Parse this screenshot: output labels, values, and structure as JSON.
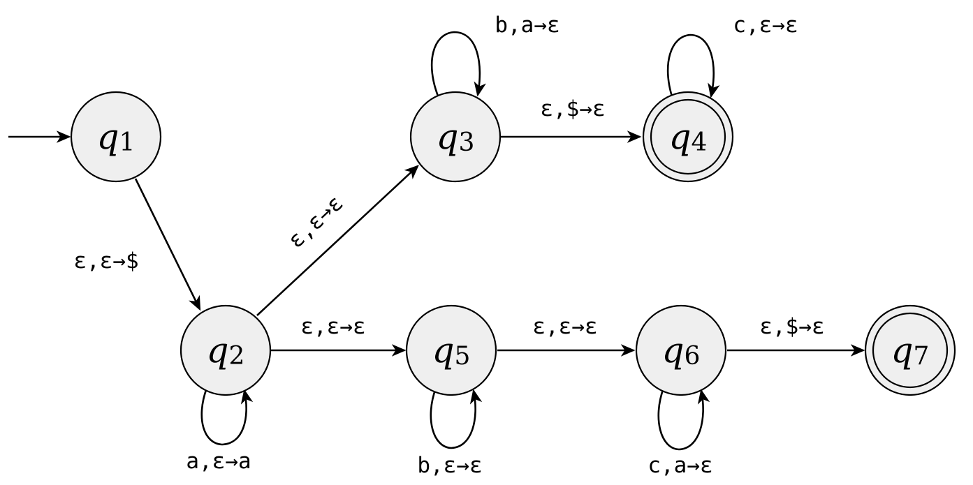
{
  "states": [
    {
      "id": "q1",
      "letter": "q",
      "sub": "1",
      "accepting": false
    },
    {
      "id": "q2",
      "letter": "q",
      "sub": "2",
      "accepting": false
    },
    {
      "id": "q3",
      "letter": "q",
      "sub": "3",
      "accepting": false
    },
    {
      "id": "q4",
      "letter": "q",
      "sub": "4",
      "accepting": true
    },
    {
      "id": "q5",
      "letter": "q",
      "sub": "5",
      "accepting": false
    },
    {
      "id": "q6",
      "letter": "q",
      "sub": "6",
      "accepting": false
    },
    {
      "id": "q7",
      "letter": "q",
      "sub": "7",
      "accepting": true
    }
  ],
  "transitions": [
    {
      "from": "q1",
      "to": "q2",
      "label": "ε,ε→$"
    },
    {
      "from": "q2",
      "to": "q2",
      "label": "a,ε→a"
    },
    {
      "from": "q2",
      "to": "q3",
      "label": "ε,ε→ε"
    },
    {
      "from": "q2",
      "to": "q5",
      "label": "ε,ε→ε"
    },
    {
      "from": "q3",
      "to": "q3",
      "label": "b,a→ε"
    },
    {
      "from": "q3",
      "to": "q4",
      "label": "ε,$→ε"
    },
    {
      "from": "q4",
      "to": "q4",
      "label": "c,ε→ε"
    },
    {
      "from": "q5",
      "to": "q5",
      "label": "b,ε→ε"
    },
    {
      "from": "q5",
      "to": "q6",
      "label": "ε,ε→ε"
    },
    {
      "from": "q6",
      "to": "q6",
      "label": "c,a→ε"
    },
    {
      "from": "q6",
      "to": "q7",
      "label": "ε,$→ε"
    }
  ]
}
